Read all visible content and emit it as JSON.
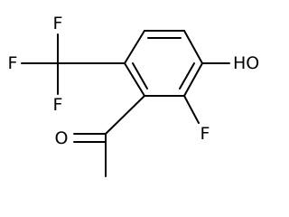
{
  "molecule": {
    "atoms": {
      "f_cf3_1": "F",
      "f_cf3_2": "F",
      "f_cf3_3": "F",
      "hydroxyl": "HO",
      "f_ring": "F",
      "carbonyl_o": "O"
    }
  }
}
